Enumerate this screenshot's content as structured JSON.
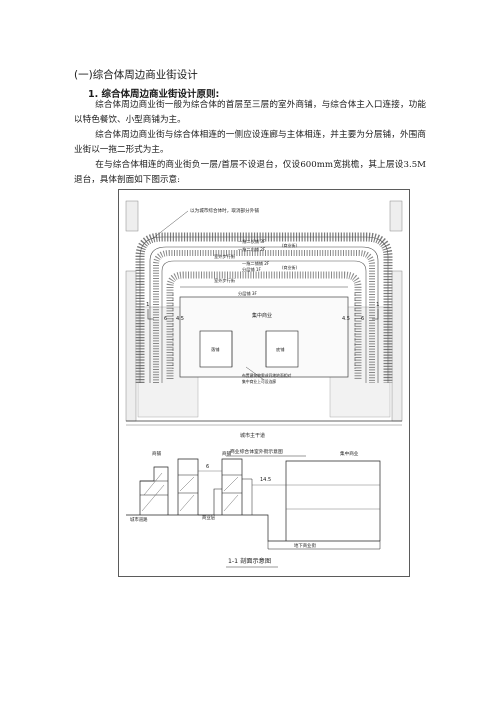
{
  "section_title": "(一)综合体周边商业街设计",
  "subsection_title": "1. 综合体周边商业街设计原则:",
  "paragraphs": [
    "综合体周边商业街一般为综合体的首层至三层的室外商铺，与综合体主入口连接，功能以特色餐饮、小型商铺为主。",
    "综合体周边商业街与综合体相连的一侧应设连廊与主体相连，并主要为分层铺，外围商业街以一拖二形式为主。",
    "在与综合体相连的商业街负一层/首层不设退台，仅设600mm宽挑檐，其上层设3.5M退台，具体剖面如下图示意:"
  ],
  "plan": {
    "note_top": "以为城市综合体时，取消部分外铺",
    "layer_labels": [
      "一拖二长铺 3F",
      "一拖二内铺 2F",
      "室外步行街",
      "一拖二铺铺 2F",
      "分层铺 1F",
      "室外步行街",
      "分层铺 3F"
    ],
    "side_tags": [
      "(商业街)",
      "(商业街)"
    ],
    "center_label": "集中商业",
    "shop_left": "落铺",
    "shop_right": "底铺",
    "dim_left": "4.5",
    "dim_right": "4.5",
    "dim_far_left": "6",
    "dim_far_right": "6",
    "section_marks": [
      "1",
      "1"
    ],
    "note_bottom": [
      "布置建筑物需或同地地面相对",
      "集中商业上可设连廊"
    ],
    "road_label": "城市主干道",
    "caption": "商业综合体室外街示意图"
  },
  "section": {
    "label_shop_left": "商铺",
    "label_shop_mid": "商铺",
    "label_center": "集中商业",
    "dim_top": "6",
    "dim_mid": "14.5",
    "label_road": "城市道路",
    "label_commerce": "商业层",
    "label_basement": "地下商业街",
    "caption": "1-1 剖面示意图"
  }
}
